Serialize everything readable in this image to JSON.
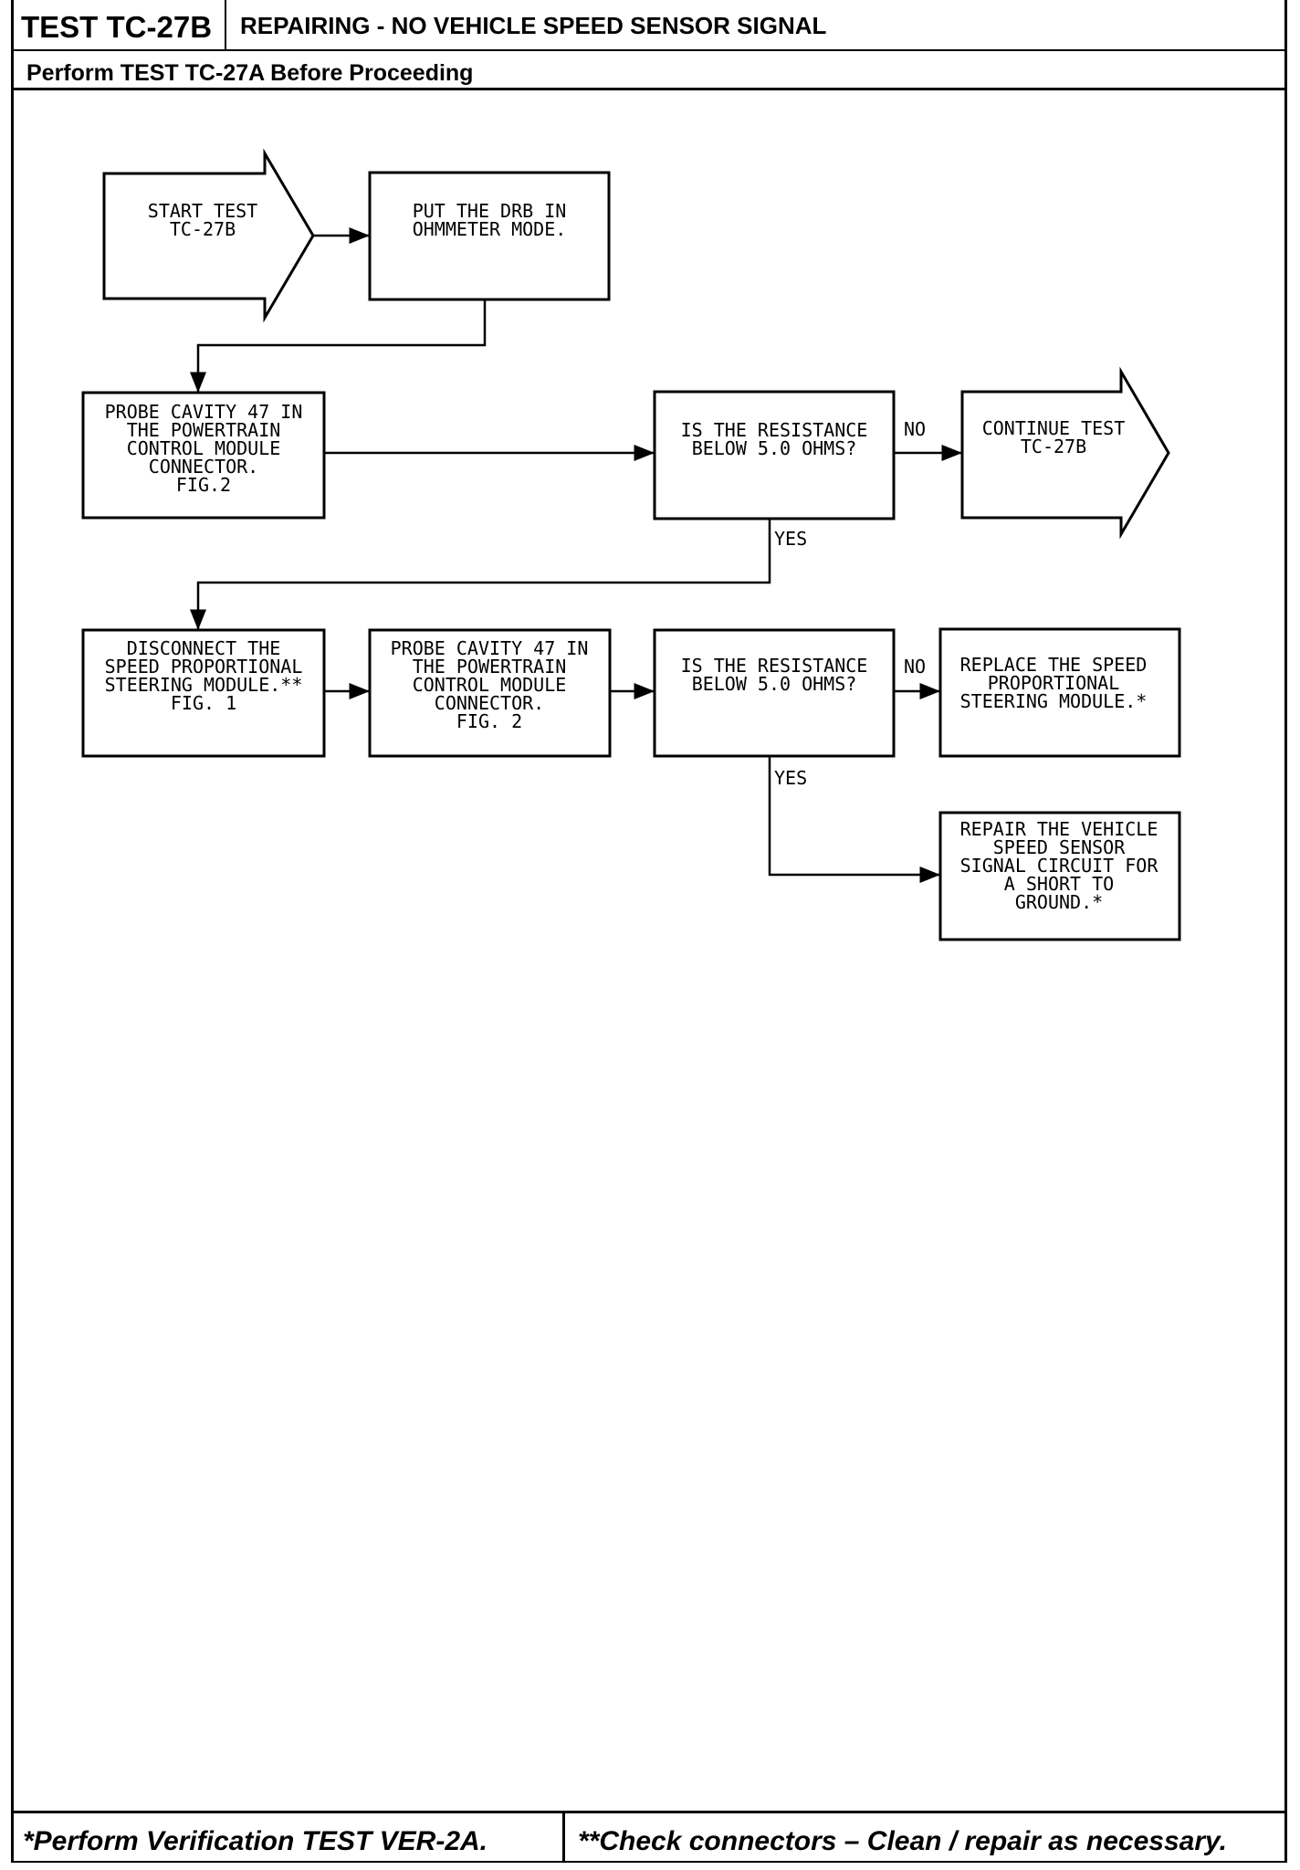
{
  "header": {
    "test_id": "TEST TC-27B",
    "title": "REPAIRING - NO VEHICLE SPEED SENSOR SIGNAL",
    "subtitle": "Perform TEST TC-27A Before Proceeding"
  },
  "flow": {
    "start": [
      "START TEST",
      "TC-27B"
    ],
    "drb": [
      "PUT THE DRB IN",
      "OHMMETER MODE."
    ],
    "probe1": [
      "PROBE CAVITY 47 IN",
      "THE POWERTRAIN",
      "CONTROL MODULE",
      "CONNECTOR.",
      "FIG.2"
    ],
    "q1": [
      "IS THE RESISTANCE",
      "BELOW 5.0 OHMS?"
    ],
    "no1": "NO",
    "continue": [
      "CONTINUE TEST",
      "TC-27B"
    ],
    "yes1": "YES",
    "disconnect": [
      "DISCONNECT THE",
      "SPEED PROPORTIONAL",
      "STEERING MODULE.**",
      "FIG. 1"
    ],
    "probe2": [
      "PROBE CAVITY 47 IN",
      "THE POWERTRAIN",
      "CONTROL MODULE",
      "CONNECTOR.",
      "FIG. 2"
    ],
    "q2": [
      "IS THE RESISTANCE",
      "BELOW 5.0 OHMS?"
    ],
    "no2": "NO",
    "replace": [
      "REPLACE THE SPEED",
      "PROPORTIONAL",
      "STEERING MODULE.*"
    ],
    "yes2": "YES",
    "repair": [
      "REPAIR THE VEHICLE",
      "SPEED SENSOR",
      "SIGNAL CIRCUIT FOR",
      "A SHORT TO",
      "GROUND.*"
    ]
  },
  "footer": {
    "note1": "*Perform Verification TEST VER-2A.",
    "note2": "**Check connectors – Clean / repair as necessary."
  }
}
